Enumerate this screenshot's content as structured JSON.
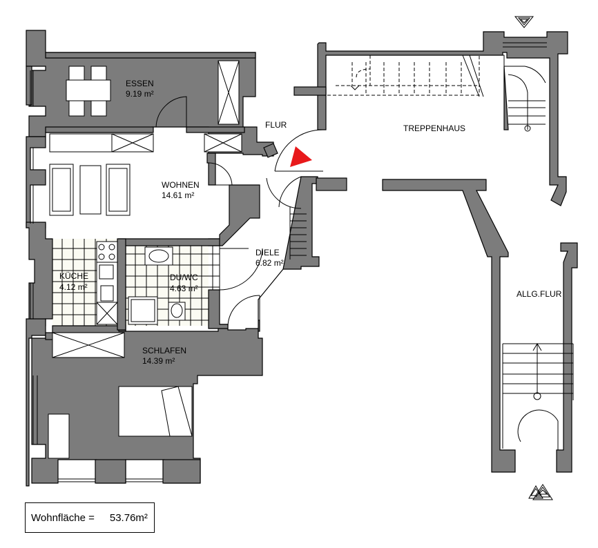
{
  "rooms": {
    "essen": {
      "name": "ESSEN",
      "area": "9.19 m²"
    },
    "flur": {
      "name": "FLUR"
    },
    "treppenhaus": {
      "name": "TREPPENHAUS"
    },
    "wohnen": {
      "name": "WOHNEN",
      "area": "14.61 m²"
    },
    "diele": {
      "name": "DIELE",
      "area": "6.82 m²"
    },
    "kueche": {
      "name": "KÜCHE",
      "area": "4.12 m²"
    },
    "duwc": {
      "name": "DU/WC",
      "area": "4.63 m²"
    },
    "allgflur": {
      "name": "ALLG.FLUR"
    },
    "schlafen": {
      "name": "SCHLAFEN",
      "area": "14.39 m²"
    }
  },
  "summary": {
    "label": "Wohnfläche =",
    "value": "53.76m²"
  },
  "colors": {
    "wall": "#7c7c7c",
    "entrance_marker": "#e8191b",
    "tile": "#fbfbf3"
  }
}
